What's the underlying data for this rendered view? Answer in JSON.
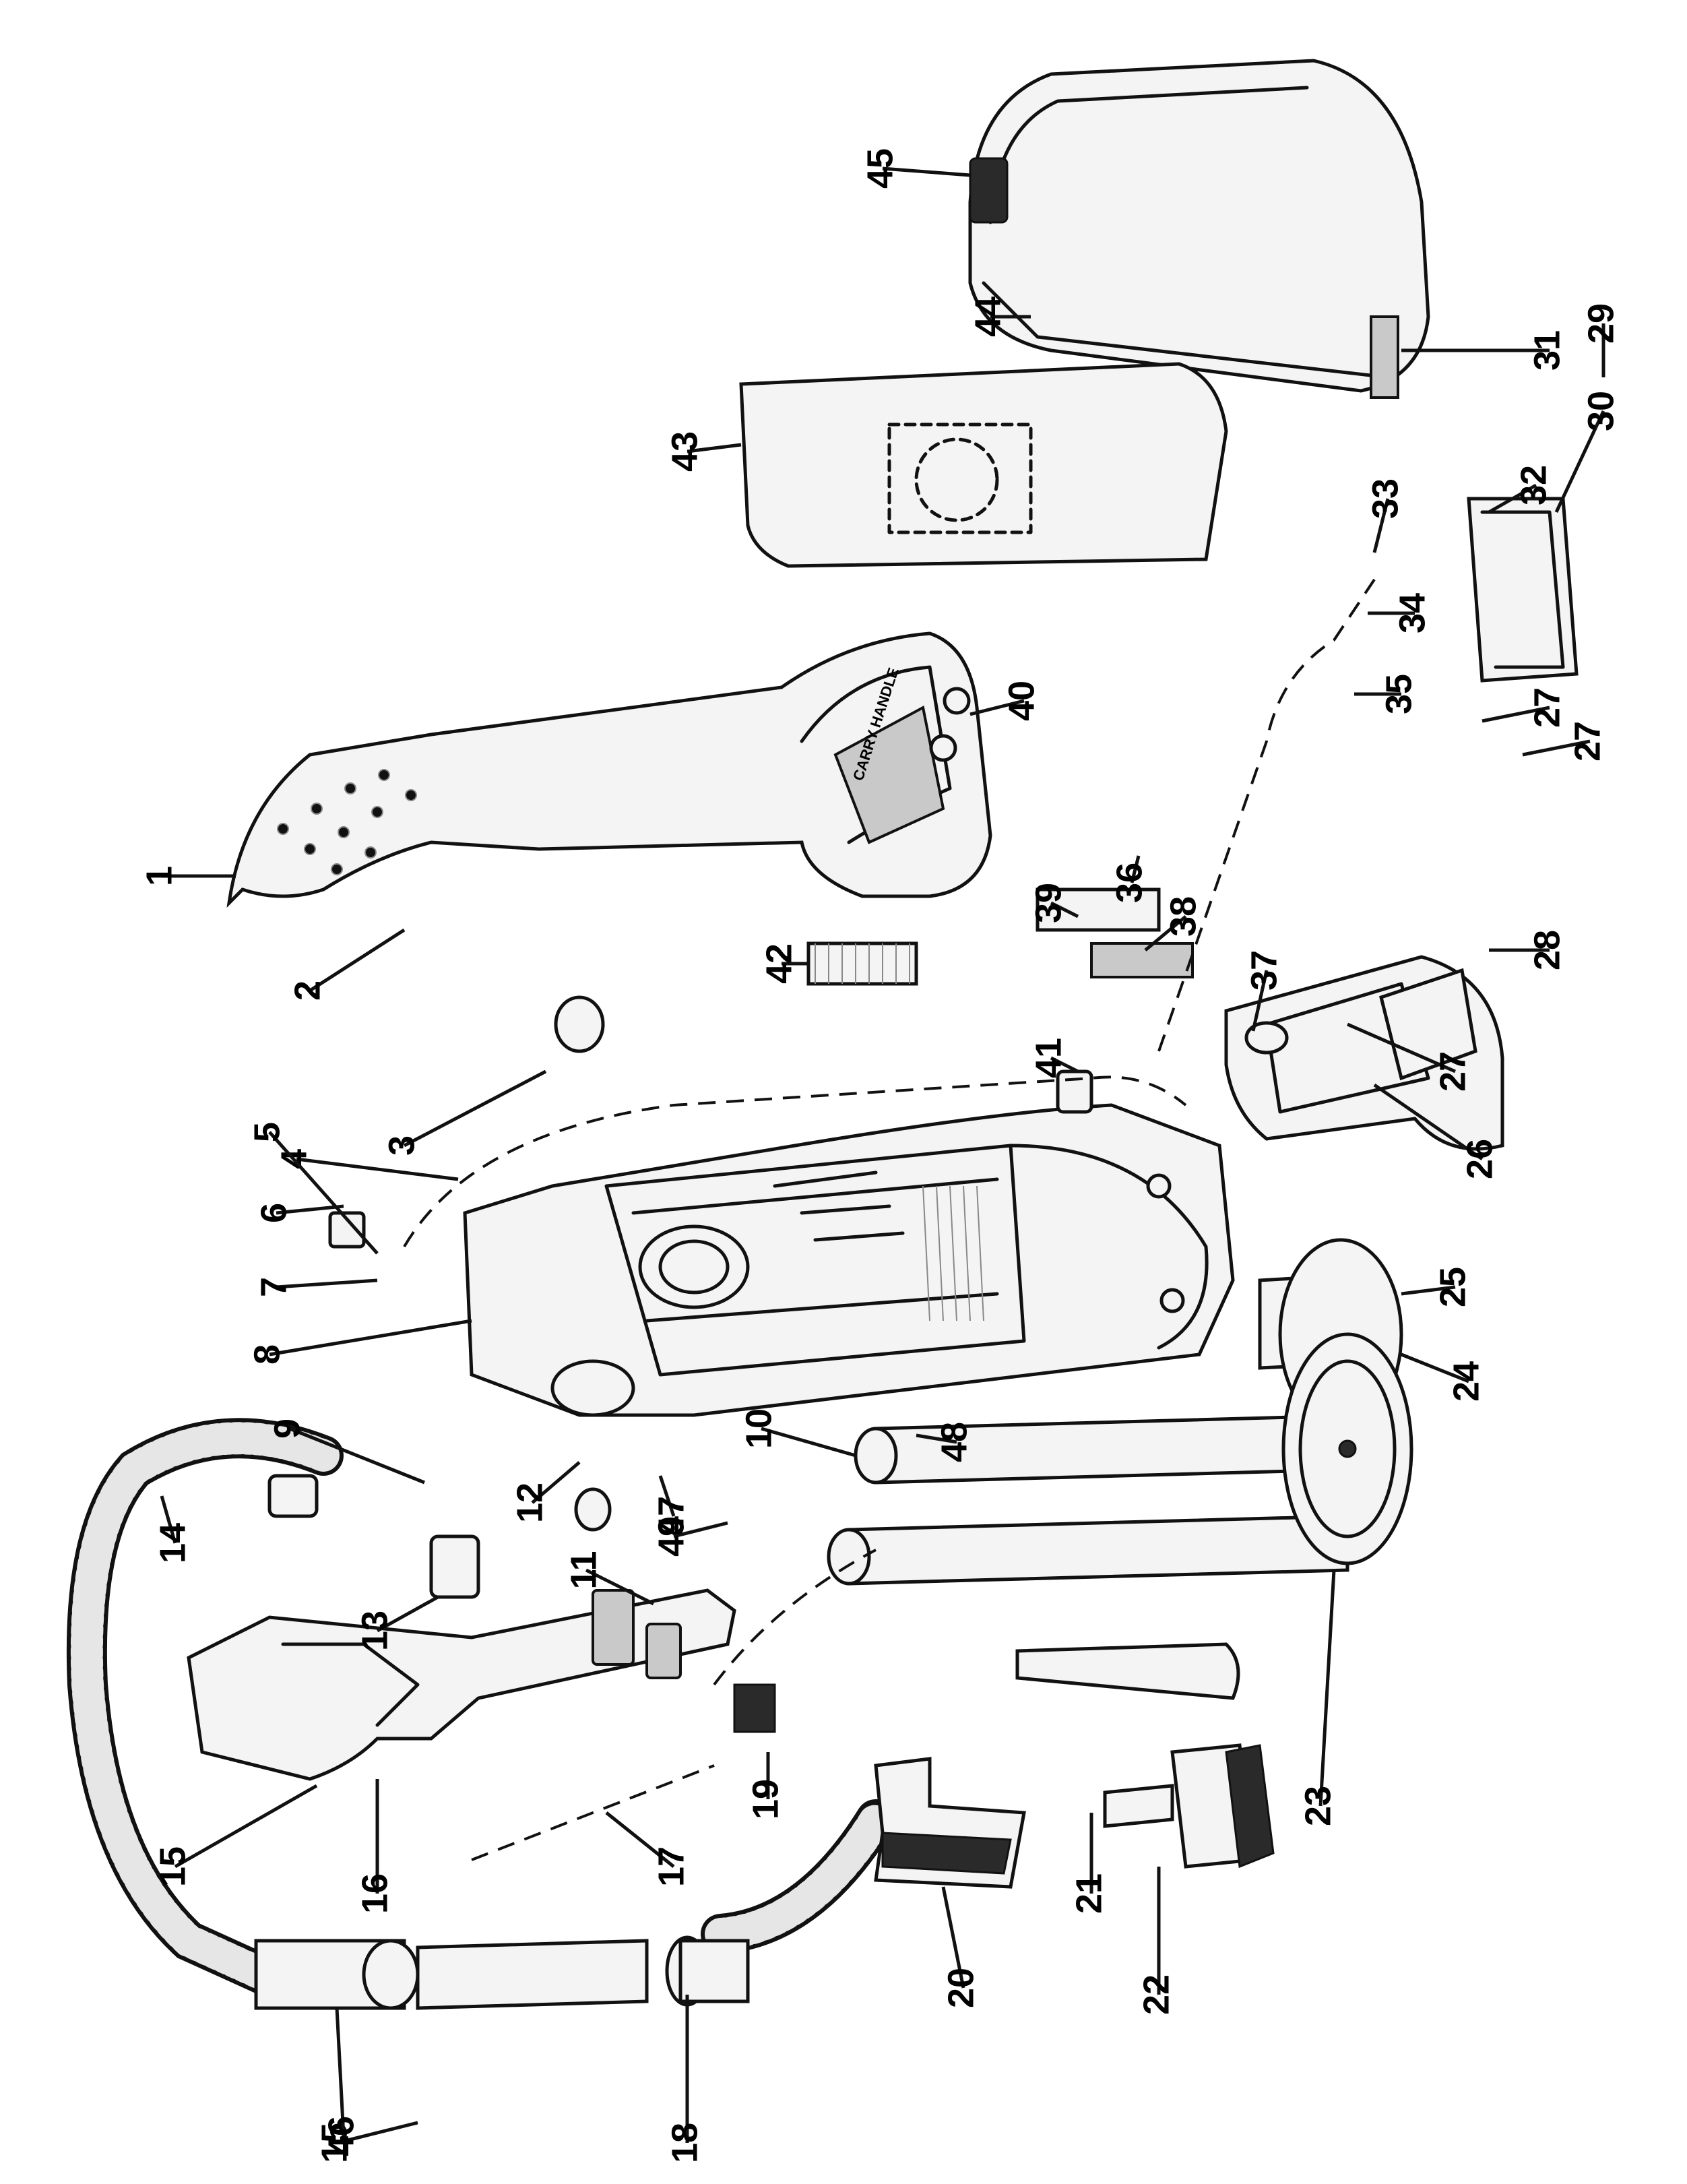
{
  "callouts": [
    {
      "id": "c1",
      "text": "1"
    },
    {
      "id": "c2",
      "text": "2"
    },
    {
      "id": "c3",
      "text": "3"
    },
    {
      "id": "c4a",
      "text": "4"
    },
    {
      "id": "c4b",
      "text": "4"
    },
    {
      "id": "c5",
      "text": "5"
    },
    {
      "id": "c6",
      "text": "6"
    },
    {
      "id": "c7",
      "text": "7"
    },
    {
      "id": "c8",
      "text": "8"
    },
    {
      "id": "c9",
      "text": "9"
    },
    {
      "id": "c10",
      "text": "10"
    },
    {
      "id": "c11",
      "text": "11"
    },
    {
      "id": "c12",
      "text": "12"
    },
    {
      "id": "c13",
      "text": "13"
    },
    {
      "id": "c14",
      "text": "14"
    },
    {
      "id": "c15a",
      "text": "15"
    },
    {
      "id": "c15b",
      "text": "15"
    },
    {
      "id": "c16",
      "text": "16"
    },
    {
      "id": "c17",
      "text": "17"
    },
    {
      "id": "c18",
      "text": "18"
    },
    {
      "id": "c19",
      "text": "19"
    },
    {
      "id": "c20",
      "text": "20"
    },
    {
      "id": "c21",
      "text": "21"
    },
    {
      "id": "c22",
      "text": "22"
    },
    {
      "id": "c23",
      "text": "23"
    },
    {
      "id": "c24",
      "text": "24"
    },
    {
      "id": "c25",
      "text": "25"
    },
    {
      "id": "c26",
      "text": "26"
    },
    {
      "id": "c27a",
      "text": "27"
    },
    {
      "id": "c27b",
      "text": "27"
    },
    {
      "id": "c27c",
      "text": "27"
    },
    {
      "id": "c28",
      "text": "28"
    },
    {
      "id": "c29",
      "text": "29"
    },
    {
      "id": "c30",
      "text": "30"
    },
    {
      "id": "c31",
      "text": "31"
    },
    {
      "id": "c32",
      "text": "32"
    },
    {
      "id": "c33",
      "text": "33"
    },
    {
      "id": "c34",
      "text": "34"
    },
    {
      "id": "c35",
      "text": "35"
    },
    {
      "id": "c36",
      "text": "36"
    },
    {
      "id": "c37",
      "text": "37"
    },
    {
      "id": "c38",
      "text": "38"
    },
    {
      "id": "c39",
      "text": "39"
    },
    {
      "id": "c40",
      "text": "40"
    },
    {
      "id": "c41",
      "text": "41"
    },
    {
      "id": "c42",
      "text": "42"
    },
    {
      "id": "c43",
      "text": "43"
    },
    {
      "id": "c44",
      "text": "44"
    },
    {
      "id": "c45",
      "text": "45"
    },
    {
      "id": "c46",
      "text": "46"
    },
    {
      "id": "c47",
      "text": "47"
    },
    {
      "id": "c48",
      "text": "48"
    },
    {
      "id": "c49",
      "text": "49"
    }
  ],
  "handle_text": "CARRY HANDLE",
  "colors": {
    "ink": "#111111",
    "paper": "#ffffff",
    "shade": "#c9c9c9"
  }
}
